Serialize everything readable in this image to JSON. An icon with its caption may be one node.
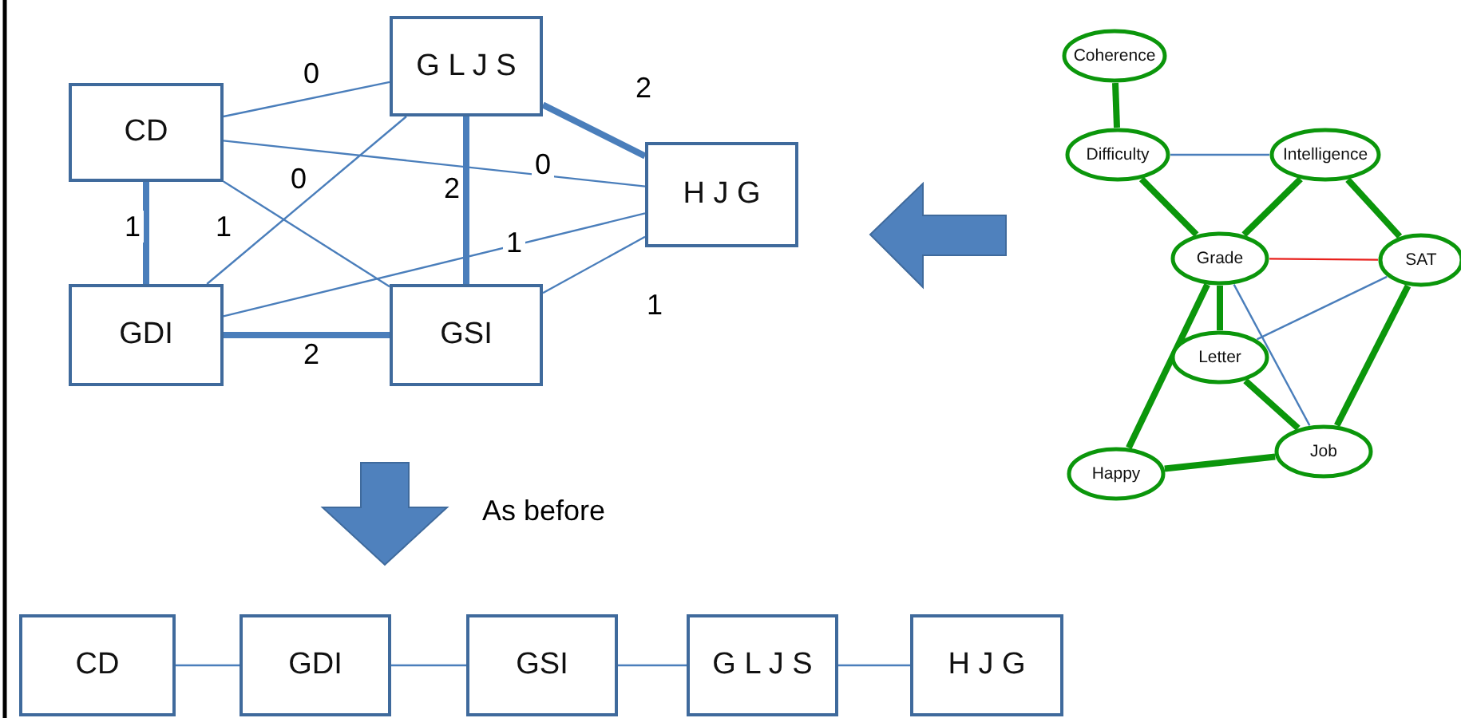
{
  "diagram": {
    "nodes": [
      {
        "text": [
          "CD"
        ]
      },
      {
        "text": [
          "G L J S"
        ]
      },
      {
        "text": [
          "H J G"
        ]
      },
      {
        "text": [
          "GDI"
        ]
      },
      {
        "text": [
          "GSI"
        ]
      },
      {
        "text": [
          "Coherence"
        ]
      },
      {
        "text": [
          "Difficulty"
        ]
      },
      {
        "text": [
          "Intelligence"
        ]
      },
      {
        "text": [
          "Grade"
        ]
      },
      {
        "text": [
          "SAT"
        ]
      },
      {
        "text": [
          "Letter"
        ]
      },
      {
        "text": [
          "Job"
        ]
      },
      {
        "text": [
          "Happy"
        ]
      },
      {
        "text": [
          "CD"
        ]
      },
      {
        "text": [
          "GDI"
        ]
      },
      {
        "text": [
          "GSI"
        ]
      },
      {
        "text": [
          "G L J S"
        ]
      },
      {
        "text": [
          "H J G"
        ]
      }
    ],
    "edges": [
      {
        "from": 0,
        "to": 1,
        "arrow": "none",
        "label": "0"
      },
      {
        "from": 1,
        "to": 2,
        "arrow": "none",
        "label": "2",
        "style": "thick"
      },
      {
        "from": 0,
        "to": 2,
        "arrow": "none",
        "label": "0"
      },
      {
        "from": 0,
        "to": 4,
        "arrow": "none",
        "label": "0"
      },
      {
        "from": 0,
        "to": 3,
        "arrow": "none",
        "label": "1",
        "style": "thick"
      },
      {
        "from": 3,
        "to": 1,
        "arrow": "none",
        "label": "1"
      },
      {
        "from": 1,
        "to": 4,
        "arrow": "none",
        "label": "2",
        "style": "thick"
      },
      {
        "from": 3,
        "to": 2,
        "arrow": "none",
        "label": "1"
      },
      {
        "from": 3,
        "to": 4,
        "arrow": "none",
        "label": "2",
        "style": "thick"
      },
      {
        "from": 4,
        "to": 2,
        "arrow": "none",
        "label": "1"
      },
      {
        "from": 5,
        "to": 6,
        "arrow": "none",
        "style": "thick",
        "color": "#0b960b"
      },
      {
        "from": 6,
        "to": 7,
        "arrow": "none"
      },
      {
        "from": 6,
        "to": 8,
        "arrow": "none",
        "style": "thick",
        "color": "#0b960b"
      },
      {
        "from": 7,
        "to": 8,
        "arrow": "none",
        "style": "thick",
        "color": "#0b960b"
      },
      {
        "from": 7,
        "to": 9,
        "arrow": "none",
        "style": "thick",
        "color": "#0b960b"
      },
      {
        "from": 8,
        "to": 9,
        "arrow": "none",
        "color": "#e8201c"
      },
      {
        "from": 8,
        "to": 10,
        "arrow": "none",
        "style": "thick",
        "color": "#0b960b"
      },
      {
        "from": 8,
        "to": 11,
        "arrow": "none"
      },
      {
        "from": 9,
        "to": 10,
        "arrow": "none"
      },
      {
        "from": 9,
        "to": 11,
        "arrow": "none",
        "style": "thick",
        "color": "#0b960b"
      },
      {
        "from": 10,
        "to": 11,
        "arrow": "none",
        "style": "thick",
        "color": "#0b960b"
      },
      {
        "from": 8,
        "to": 12,
        "arrow": "none",
        "style": "thick",
        "color": "#0b960b"
      },
      {
        "from": 12,
        "to": 11,
        "arrow": "none",
        "style": "thick",
        "color": "#0b960b"
      },
      {
        "from": 13,
        "to": 14,
        "arrow": "none"
      },
      {
        "from": 14,
        "to": 15,
        "arrow": "none"
      },
      {
        "from": 15,
        "to": 16,
        "arrow": "none"
      },
      {
        "from": 16,
        "to": 17,
        "arrow": "none"
      }
    ],
    "labels": [
      "As before"
    ]
  }
}
